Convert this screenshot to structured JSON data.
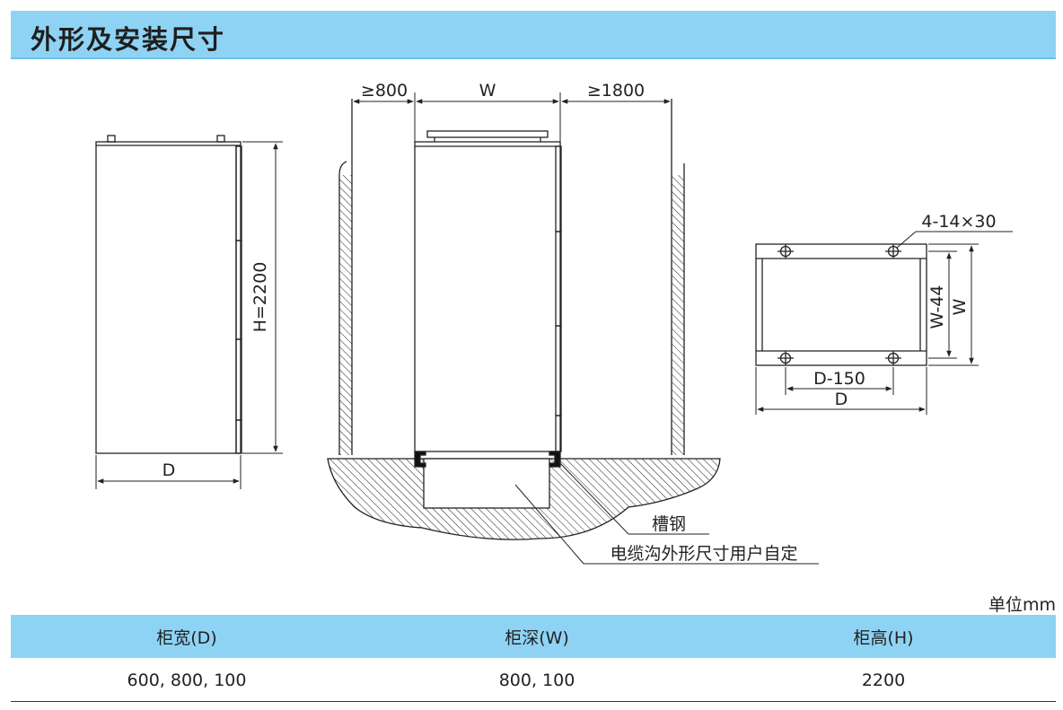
{
  "header": {
    "title": "外形及安装尺寸"
  },
  "diagram": {
    "front_labels": {
      "height": "H=2200",
      "depth": "D"
    },
    "side_labels": {
      "left_clearance": "≥800",
      "width": "W",
      "right_clearance": "≥1800",
      "channel_steel": "槽钢",
      "cable_trench": "电缆沟外形尺寸用户自定"
    },
    "base_labels": {
      "holes": "4-14×30",
      "inner_width": "W-44",
      "width": "W",
      "inner_depth": "D-150",
      "depth": "D"
    }
  },
  "unit": "单位mm",
  "table": {
    "headers": [
      "柜宽(D)",
      "柜深(W)",
      "柜高(H)"
    ],
    "rows": [
      [
        "600, 800, 100",
        "800, 100",
        "2200"
      ]
    ]
  }
}
